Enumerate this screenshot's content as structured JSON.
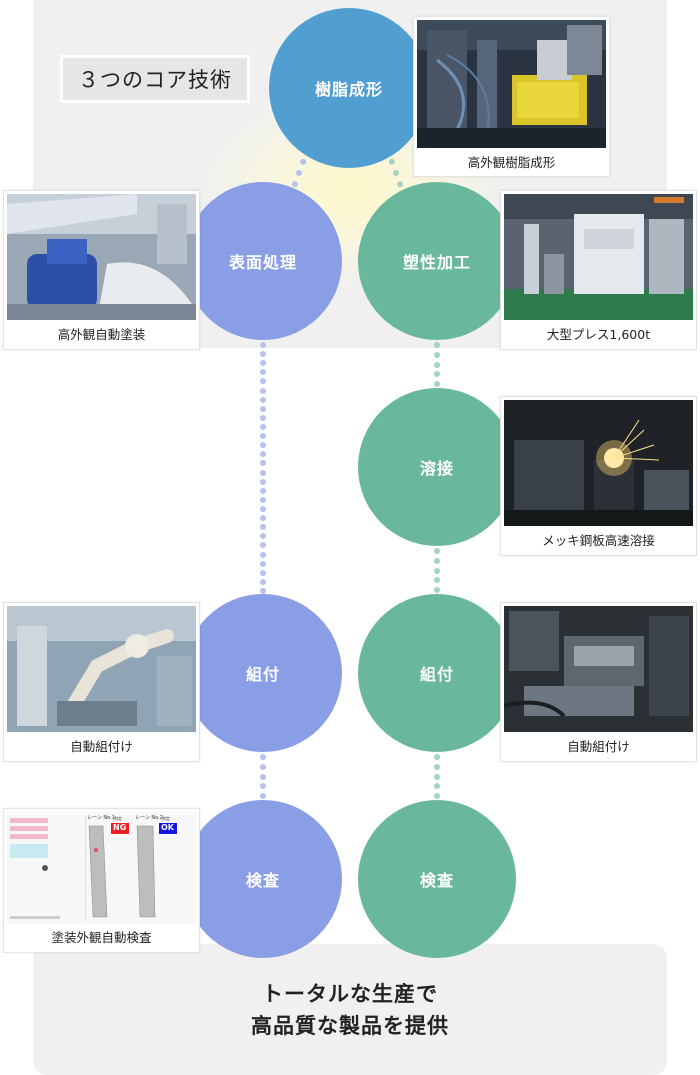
{
  "header": {
    "core_label": "３つのコア技術"
  },
  "circles": {
    "resin": "樹脂成形",
    "surface": "表面処理",
    "plastic": "塑性加工",
    "welding": "溶接",
    "assembly_left": "組付",
    "assembly_right": "組付",
    "inspect_left": "検査",
    "inspect_right": "検査"
  },
  "cards": {
    "resin": "高外観樹脂成形",
    "painting": "高外観自動塗装",
    "press": "大型プレス1,600t",
    "welding": "メッキ鋼板高速溶接",
    "assembly_left": "自動組付け",
    "assembly_right": "自動組付け",
    "inspection": "塗装外観自動検査"
  },
  "inspection_screen": {
    "lane1": "レーン No.1",
    "lane2": "レーン No.2",
    "judge1_label": "判定",
    "judge2_label": "判定",
    "judge1": "NG",
    "judge2": "OK"
  },
  "footer": {
    "line1": "トータルな生産で",
    "line2": "高品質な製品を提供"
  },
  "colors": {
    "resin": "#519fd0",
    "purple": "#8a9ee6",
    "green": "#6ab89b",
    "purple_dots": "#b6c1ee",
    "green_dots": "#a4d3c1",
    "panel": "#f0f0f0"
  }
}
